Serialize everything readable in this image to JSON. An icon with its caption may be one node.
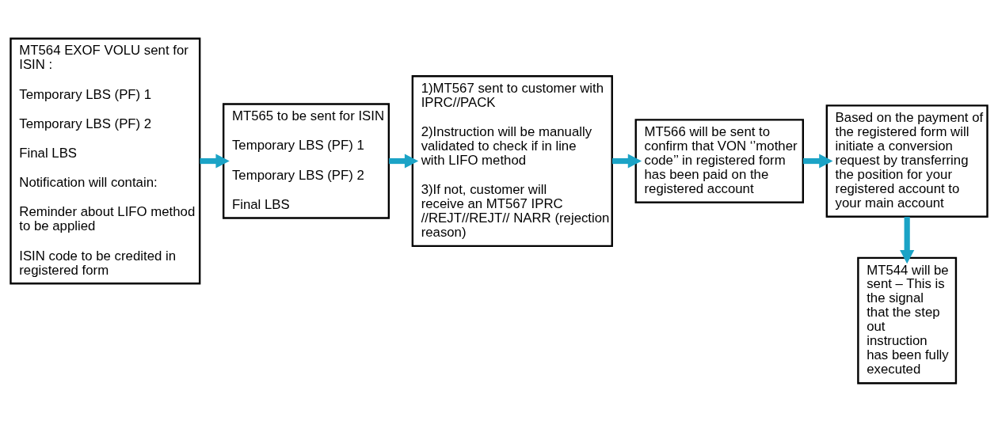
{
  "diagram": {
    "nodes": [
      {
        "text": [
          "MT564 EXOF VOLU sent for ISIN :",
          "Temporary LBS (PF) 1",
          "Temporary LBS (PF) 2",
          "Final LBS",
          "Notification will contain:",
          "Reminder about LIFO method to be applied",
          "ISIN code to be credited in registered form"
        ]
      },
      {
        "text": [
          "MT565 to be sent for ISIN",
          "Temporary LBS (PF) 1",
          "Temporary LBS (PF) 2",
          "Final LBS"
        ]
      },
      {
        "text": [
          "1)MT567 sent to customer with IPRC//PACK",
          "2)Instruction will be manually validated to check if in line with LIFO method",
          "3)If not, customer will receive an MT567 IPRC //REJT//REJT// NARR (rejection reason)"
        ]
      },
      {
        "text": [
          "MT566 will be sent to confirm that VON ‘’mother code’’ in registered form has been paid on the registered account"
        ]
      },
      {
        "text": [
          "Based on the payment of the registered form will initiate a conversion request by transferring the position for your registered account to your main account"
        ]
      },
      {
        "text": [
          "MT544 will be sent – This is the signal that the step out instruction has been fully executed"
        ]
      }
    ],
    "edges": [
      {
        "from": 0,
        "to": 1,
        "arrow": "to"
      },
      {
        "from": 1,
        "to": 2,
        "arrow": "to"
      },
      {
        "from": 2,
        "to": 3,
        "arrow": "to"
      },
      {
        "from": 3,
        "to": 4,
        "arrow": "to"
      },
      {
        "from": 4,
        "to": 5,
        "arrow": "to"
      }
    ]
  }
}
